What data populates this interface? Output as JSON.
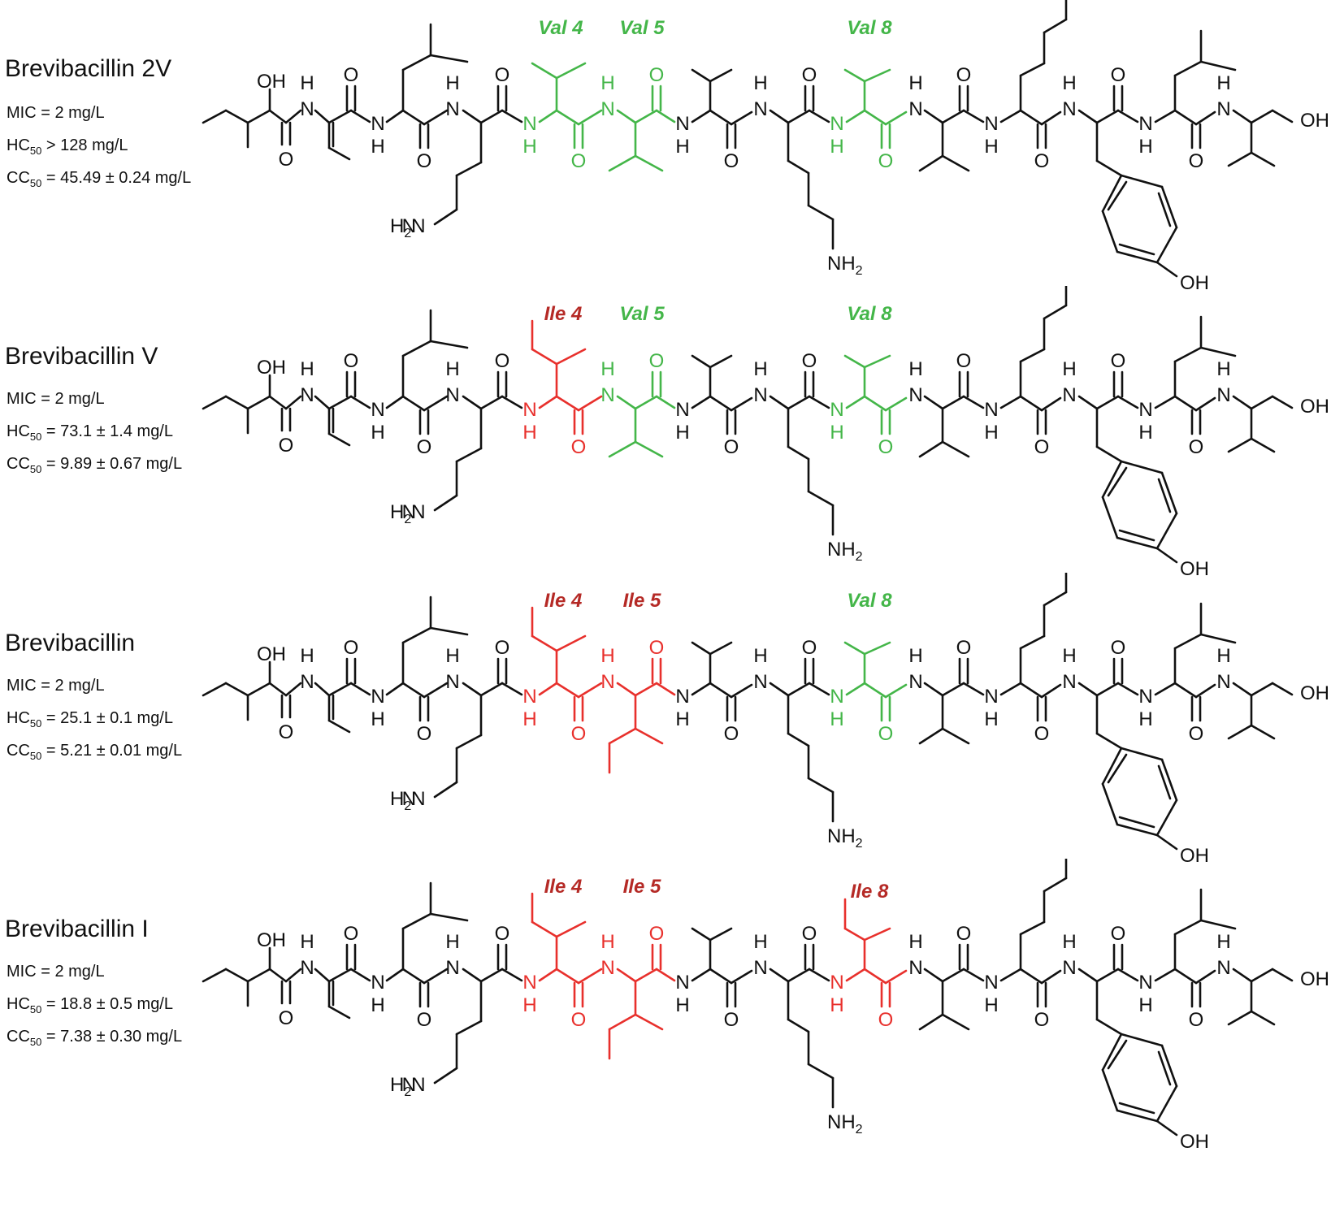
{
  "colors": {
    "bond": "#111111",
    "val": "#44b649",
    "ile": "#e8302c",
    "ile_label": "#b52a26"
  },
  "atoms": {
    "oh": "OH",
    "o": "O",
    "nh_n": "N",
    "nh_h": "H",
    "nh2": "NH",
    "h2n": "H",
    "two": "2",
    "h2n_n": "N"
  },
  "panels": [
    {
      "name": "Brevibacillin 2V",
      "mic_label": "MIC",
      "mic_value": " = 2 mg/L",
      "hc_label": "HC",
      "hc_sub": "50",
      "hc_value": " > 128 mg/L",
      "cc_label": "CC",
      "cc_sub": "50",
      "cc_value": " = 45.49 ± 0.24 mg/L",
      "residues": [
        "val",
        "val",
        "val"
      ],
      "labels": [
        "Val 4",
        "Val 5",
        "Val 8"
      ]
    },
    {
      "name": "Brevibacillin V",
      "mic_label": "MIC",
      "mic_value": " = 2 mg/L",
      "hc_label": "HC",
      "hc_sub": "50",
      "hc_value": " = 73.1 ± 1.4 mg/L",
      "cc_label": "CC",
      "cc_sub": "50",
      "cc_value": " = 9.89 ± 0.67 mg/L",
      "residues": [
        "ile",
        "val",
        "val"
      ],
      "labels": [
        "Ile 4",
        "Val 5",
        "Val 8"
      ]
    },
    {
      "name": "Brevibacillin",
      "mic_label": "MIC",
      "mic_value": " = 2 mg/L",
      "hc_label": "HC",
      "hc_sub": "50",
      "hc_value": " = 25.1 ± 0.1 mg/L",
      "cc_label": "CC",
      "cc_sub": "50",
      "cc_value": " = 5.21 ± 0.01 mg/L",
      "residues": [
        "ile",
        "ile",
        "val"
      ],
      "labels": [
        "Ile 4",
        "Ile 5",
        "Val 8"
      ]
    },
    {
      "name": "Brevibacillin I",
      "mic_label": "MIC",
      "mic_value": " = 2 mg/L",
      "hc_label": "HC",
      "hc_sub": "50",
      "hc_value": " = 18.8 ± 0.5 mg/L",
      "cc_label": "CC",
      "cc_sub": "50",
      "cc_value": " = 7.38 ± 0.30 mg/L",
      "residues": [
        "ile",
        "ile",
        "ile"
      ],
      "labels": [
        "Ile 4",
        "Ile 5",
        "Ile 8"
      ]
    }
  ]
}
